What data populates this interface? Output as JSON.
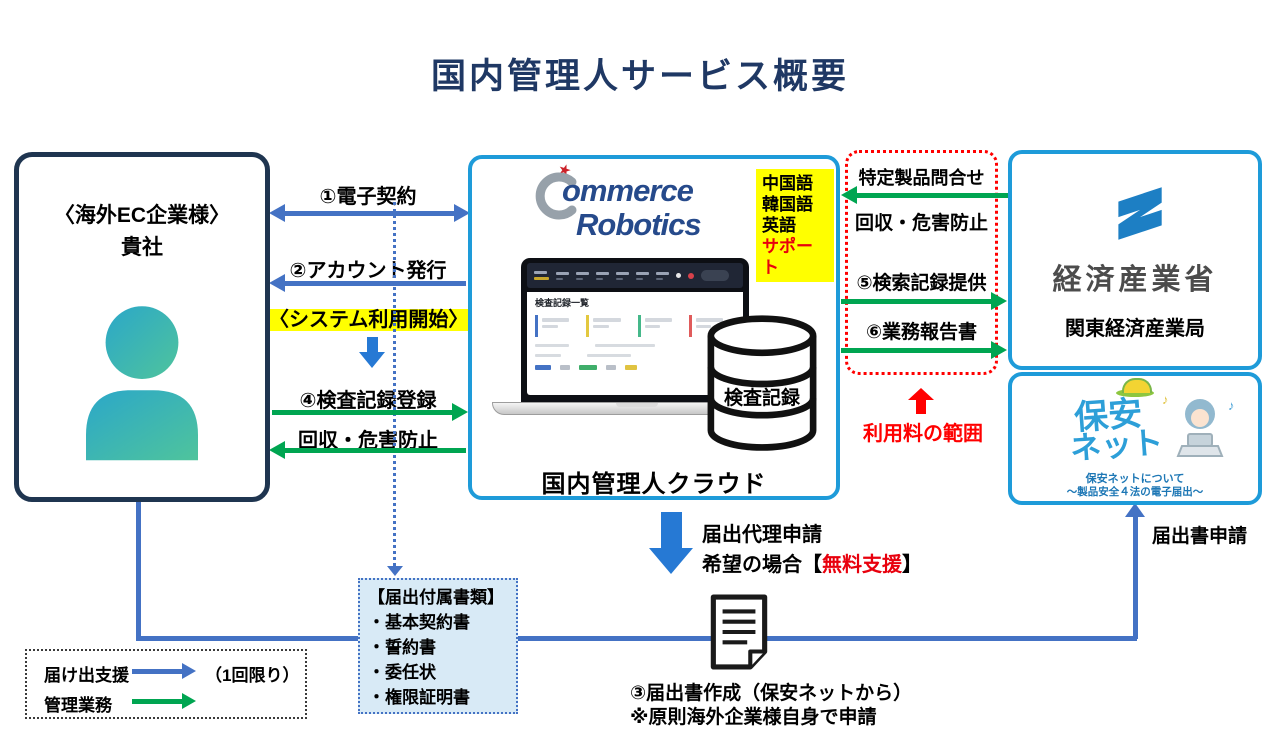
{
  "title": "国内管理人サービス概要",
  "left_box": {
    "line1": "〈海外EC企業様〉",
    "line2": "貴社"
  },
  "flows_left": {
    "f1": "①電子契約",
    "f2": "②アカウント発行",
    "system_start": "〈システム利用開始〉",
    "f4": "④検査記録登録",
    "recall": "回収・危害防止"
  },
  "center_box": {
    "logo_line1": "ommerce",
    "logo_c": "C",
    "logo_line2": "Robotics",
    "lang_box": {
      "l1": "中国語",
      "l2": "韓国語",
      "l3": "英語",
      "l4": "サポート"
    },
    "screen_title": "検査記録一覧",
    "db_label": "検査記録",
    "caption": "国内管理人クラウド"
  },
  "right_box": {
    "labels": [
      "特定製品問合せ",
      "回収・危害防止",
      "⑤検索記録提供",
      "⑥業務報告書"
    ],
    "fee_note": "利用料の範囲"
  },
  "meti_box": {
    "name": "経済産業省",
    "sub": "関東経済産業局"
  },
  "hoan_box": {
    "logo1": "保安",
    "logo2": "ネット",
    "sub1": "保安ネットについて",
    "sub2": "～製品安全４法の電子届出～",
    "notes": "♪"
  },
  "bottom": {
    "proxy_line1": "届出代理申請",
    "proxy2_prefix": "希望の場合【",
    "proxy2_red": "無料支援",
    "proxy2_suffix": "】",
    "attachments": {
      "title": "【届出付属書類】",
      "items": [
        "・基本契約書",
        "・誓約書",
        "・委任状",
        "・権限証明書"
      ]
    },
    "doc_caption1": "③届出書作成（保安ネットから）",
    "doc_caption2": "※原則海外企業様自身で申請",
    "submit_label": "届出書申請"
  },
  "legend": {
    "row1_label": "届け出支援",
    "row1_note": "（1回限り）",
    "row2_label": "管理業務"
  },
  "colors": {
    "title": "#1F3864",
    "navy_border": "#1F3550",
    "cyan_border": "#1E9BD9",
    "blue_arrow": "#4472C4",
    "green_arrow": "#00A551",
    "red": "#FF0000",
    "highlight": "#FFFF00",
    "attach_bg": "#D8EAF6",
    "logo_blue": "#264A8B",
    "hoan_blue": "#2D9FD8",
    "meti_blue": "#1D7FC4",
    "down_arrow_blue": "#2679D4"
  }
}
